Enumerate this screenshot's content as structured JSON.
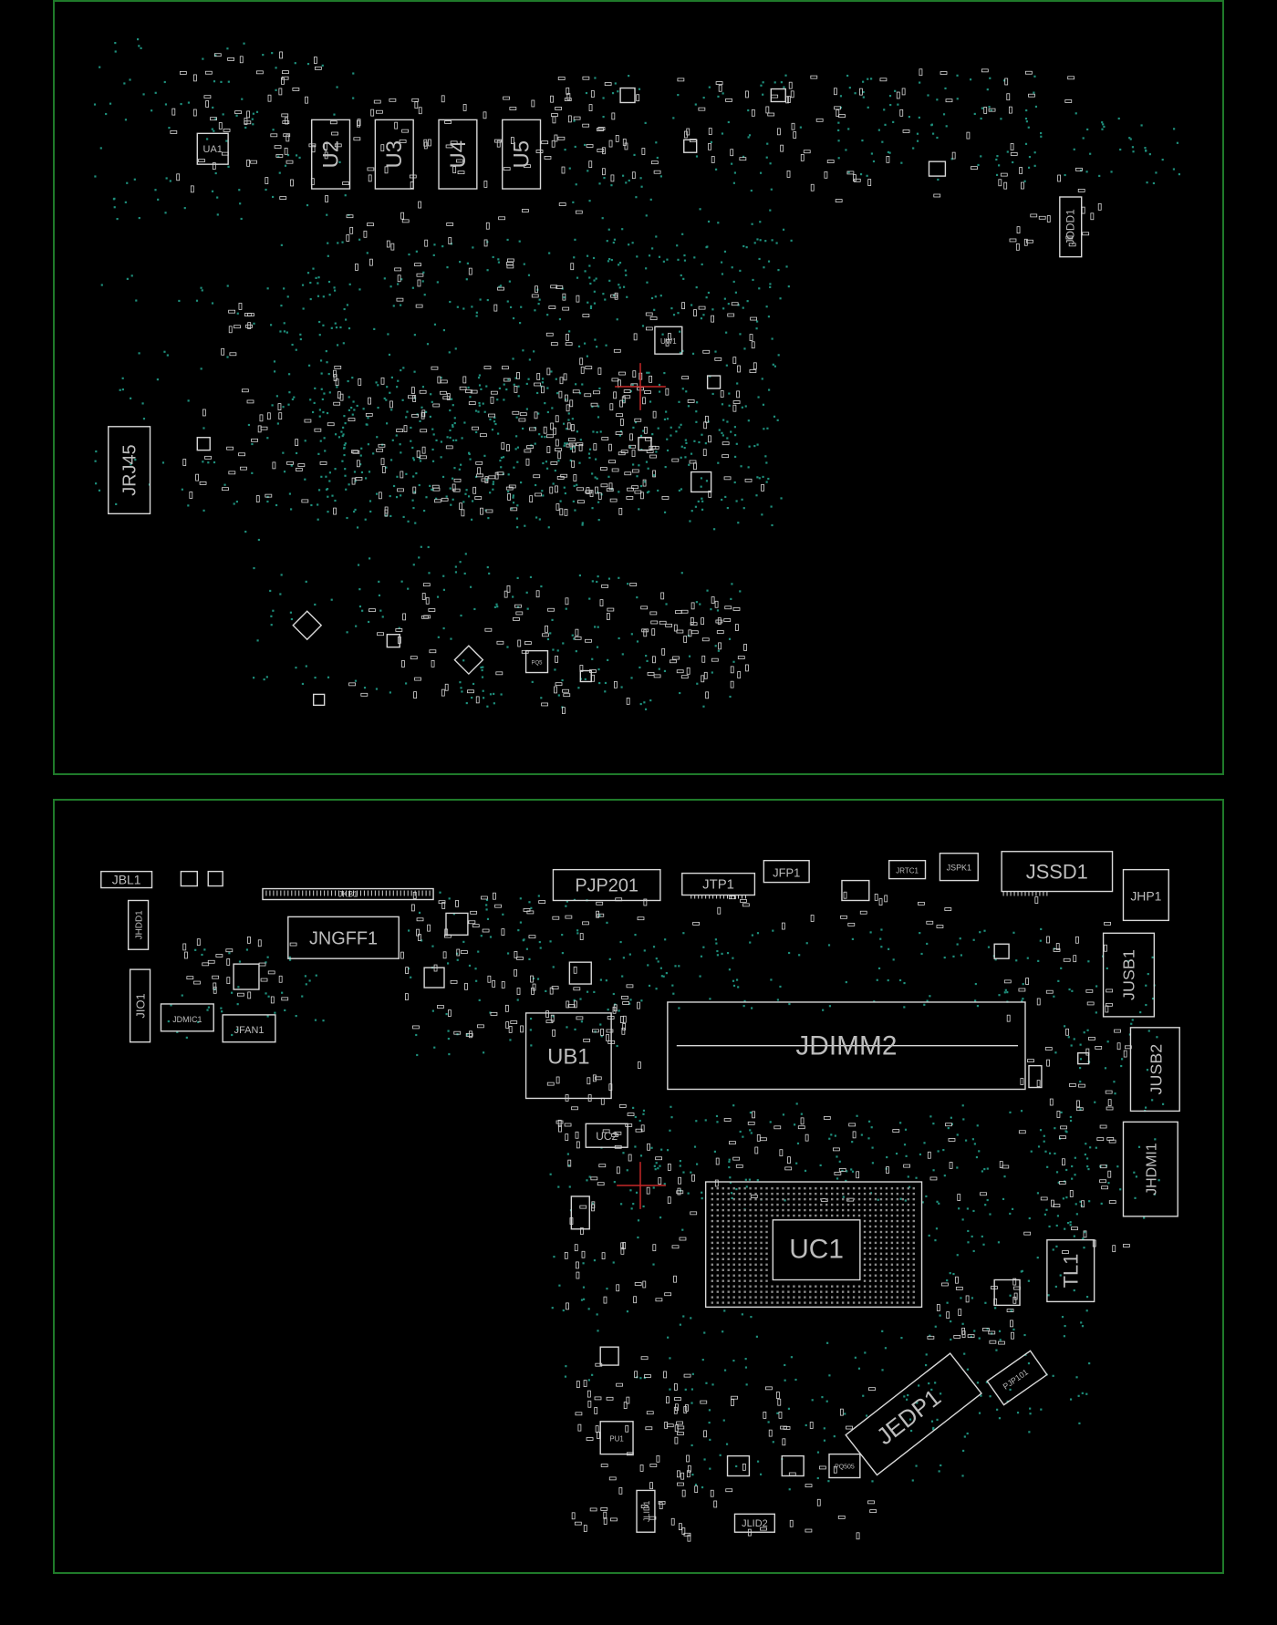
{
  "colors": {
    "background": "#000000",
    "board_border": "#1f7a2a",
    "outline": "#d8d8d8",
    "label": "#bdbdbd",
    "via": "#1e8f7c",
    "crosshair": "#c62828"
  },
  "top_board": {
    "labels": {
      "ua1": "UA1",
      "u2": "U2",
      "u3": "U3",
      "u4": "U4",
      "u5": "U5",
      "jodd1": "JODD1",
      "jrj45": "JRJ45",
      "uw1": "UW1",
      "pq5": "PQ5"
    }
  },
  "bottom_board": {
    "labels": {
      "jbl1": "JBL1",
      "jkb1": "JKB1",
      "jhdd1": "JHDD1",
      "jio1": "JIO1",
      "jdmic1": "JDMIC1",
      "jfan1": "JFAN1",
      "jngff1": "JNGFF1",
      "pjp201": "PJP201",
      "jtp1": "JTP1",
      "jfp1": "JFP1",
      "jrtc1": "JRTC1",
      "jspk1": "JSPK1",
      "jssd1": "JSSD1",
      "jhp1": "JHP1",
      "jusb1": "JUSB1",
      "jusb2": "JUSB2",
      "jhdmi1": "JHDMI1",
      "ub1": "UB1",
      "jdimm2": "JDIMM2",
      "uc2": "UC2",
      "uc1": "UC1",
      "tl1": "TL1",
      "pjp101": "PJP101",
      "jedp1": "JEDP1",
      "jlid1": "JLID1",
      "jlid2": "JLID2",
      "pu1": "PU1",
      "pq505": "PQ505"
    }
  }
}
